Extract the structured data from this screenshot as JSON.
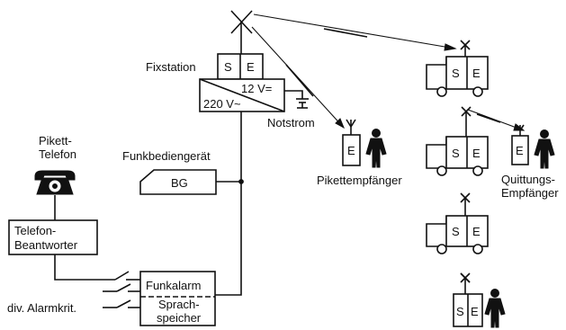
{
  "fixstation": {
    "label": "Fixstation",
    "s": "S",
    "e": "E",
    "voltage_12": "12 V=",
    "voltage_220": "220 V~"
  },
  "notstrom": "Notstrom",
  "pikett_telefon": {
    "line1": "Pikett-",
    "line2": "Telefon"
  },
  "funkbediengeraet": {
    "label": "Funkbediengerät",
    "box": "BG"
  },
  "telefon_beantworter": {
    "line1": "Telefon-",
    "line2": "Beantworter"
  },
  "div_alarmkrit": "div. Alarmkrit.",
  "funkalarm": "Funkalarm",
  "sprachspeicher": {
    "line1": "Sprach-",
    "line2": "speicher"
  },
  "pikettempfaenger": {
    "label": "Pikettempfänger",
    "e": "E"
  },
  "quittungs_empfaenger": {
    "line1": "Quittungs-",
    "line2": "Empfänger",
    "e": "E"
  },
  "vehicle_units": [
    {
      "s": "S",
      "e": "E"
    },
    {
      "s": "S",
      "e": "E"
    },
    {
      "s": "S",
      "e": "E"
    }
  ],
  "portable_unit": {
    "s": "S",
    "e": "E"
  }
}
